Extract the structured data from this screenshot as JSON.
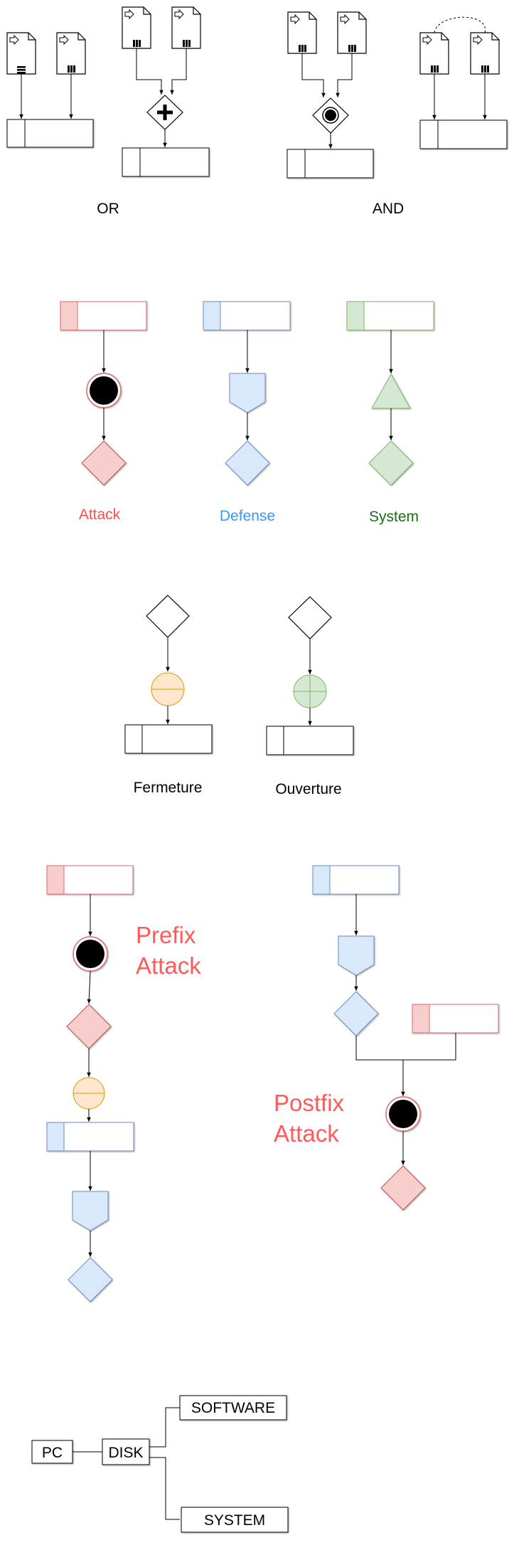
{
  "labels": {
    "or": "OR",
    "and": "AND",
    "attack": "Attack",
    "defense": "Defense",
    "system": "System",
    "fermeture": "Fermeture",
    "ouverture": "Ouverture",
    "prefix_attack_line1": "Prefix",
    "prefix_attack_line2": "Attack",
    "postfix_attack_line1": "Postfix",
    "postfix_attack_line2": "Attack",
    "pc": "PC",
    "disk": "DISK",
    "software": "SOFTWARE",
    "system_node": "SYSTEM"
  },
  "colors": {
    "attack_fill": "#f8cecc",
    "attack_stroke": "#e06a6a",
    "attack_text": "#ff4d4d",
    "defense_fill": "#dae8fc",
    "defense_stroke": "#6c8ebf",
    "defense_text": "#3399ff",
    "system_fill": "#d5e8d4",
    "system_stroke": "#82b366",
    "system_text": "#1a6e1a",
    "fermeture_fill": "#ffe6cc",
    "fermeture_stroke": "#d79b00",
    "ouverture_fill": "#d5e8d4",
    "ouverture_stroke": "#82b366",
    "line": "#000000"
  }
}
